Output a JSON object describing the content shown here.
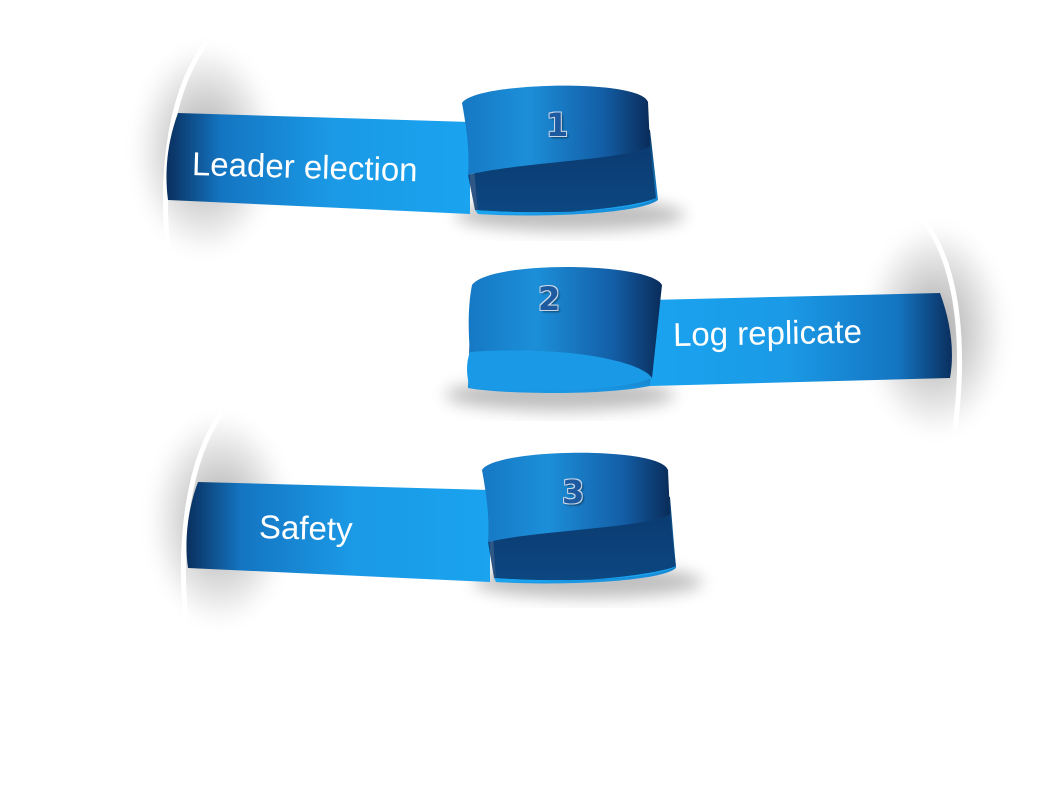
{
  "steps": [
    {
      "number": "1",
      "label": "Leader election"
    },
    {
      "number": "2",
      "label": "Log replicate"
    },
    {
      "number": "3",
      "label": "Safety"
    }
  ],
  "colors": {
    "ribbon_light": "#1aa0ec",
    "ribbon_dark": "#0a2a55",
    "background": "#ffffff"
  }
}
